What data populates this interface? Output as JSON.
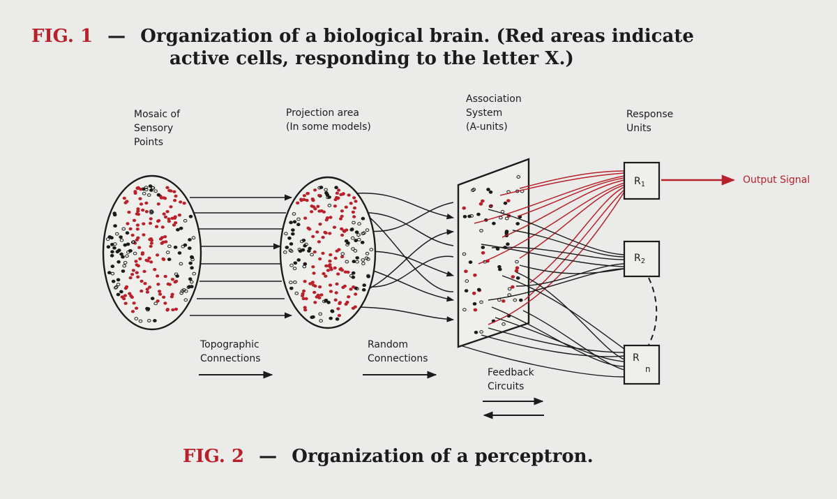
{
  "fig1": {
    "label": "FIG. 1",
    "dash": "—",
    "line1": "Organization of a biological brain.  (Red areas indicate",
    "line2": "active cells, responding to the letter X.)"
  },
  "fig2": {
    "label": "FIG. 2",
    "dash": "—",
    "title": "Organization of a perceptron."
  },
  "labels": {
    "mosaic": [
      "Mosaic of",
      "Sensory",
      "Points"
    ],
    "projection": [
      "Projection area",
      "(In some models)"
    ],
    "association": [
      "Association",
      "System",
      "(A-units)"
    ],
    "response": [
      "Response",
      "Units"
    ],
    "topographic": [
      "Topographic",
      "Connections"
    ],
    "random": [
      "Random",
      "Connections"
    ],
    "feedback": [
      "Feedback",
      "Circuits"
    ],
    "output": "Output Signal"
  },
  "units": {
    "r1_main": "R",
    "r1_sub": "1",
    "r2_main": "R",
    "r2_sub": "2",
    "rn_main": "R",
    "rn_sub": "n"
  },
  "colors": {
    "background": "#ebecea",
    "ink": "#1b1b1b",
    "accent_red": "#b8202a"
  }
}
